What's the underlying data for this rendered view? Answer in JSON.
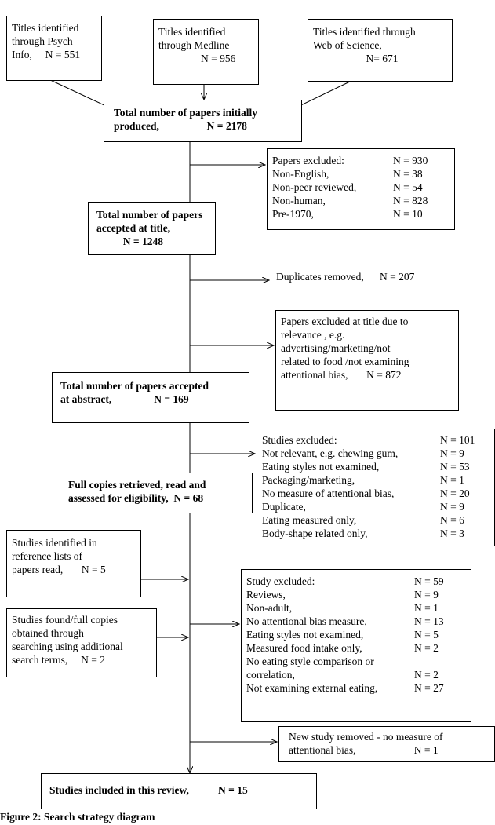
{
  "sources": {
    "psych": [
      "Titles identified",
      "through Psych",
      "Info,     N = 551"
    ],
    "medline": [
      "Titles identified",
      "through Medline",
      "                N = 956"
    ],
    "wos": [
      "Titles identified through",
      "Web of Science,",
      "                    N= 671"
    ]
  },
  "total_initial": [
    "Total number of papers initially",
    "produced,                  N = 2178"
  ],
  "excluded_title": {
    "rows": [
      [
        "Papers excluded:",
        "N = 930"
      ],
      [
        "Non-English,",
        "N = 38"
      ],
      [
        "Non-peer reviewed,",
        "N = 54"
      ],
      [
        "Non-human,",
        "N = 828"
      ],
      [
        "Pre-1970,",
        "N = 10"
      ]
    ]
  },
  "accepted_title": [
    "Total number of papers",
    "accepted at title,",
    "          N = 1248"
  ],
  "duplicates": "Duplicates removed,      N = 207",
  "excluded_relevance": [
    "Papers excluded at title due to",
    "relevance , e.g.",
    "advertising/marketing/not",
    "related to food /not examining",
    "attentional bias,       N = 872"
  ],
  "accepted_abstract": [
    "Total number of papers accepted",
    "at abstract,                N = 169"
  ],
  "studies_excluded": {
    "rows": [
      [
        "Studies excluded:",
        "N = 101"
      ],
      [
        "Not relevant, e.g. chewing gum,",
        "N = 9"
      ],
      [
        "Eating styles not examined,",
        "N = 53"
      ],
      [
        "Packaging/marketing,",
        "N = 1"
      ],
      [
        "No measure of attentional bias,",
        "N = 20"
      ],
      [
        "Duplicate,",
        "N = 9"
      ],
      [
        "Eating measured only,",
        "N = 6"
      ],
      [
        "Body-shape related only,",
        "N = 3"
      ]
    ]
  },
  "full_copies": [
    "Full copies retrieved, read and",
    "assessed for eligibility,  N = 68"
  ],
  "reference_lists": [
    "Studies identified in",
    "reference lists of",
    "papers read,       N = 5"
  ],
  "additional_search": [
    "Studies found/full copies",
    "obtained through",
    "searching using additional",
    "search terms,     N = 2"
  ],
  "study_excluded": {
    "rows": [
      [
        "Study excluded:",
        "N = 59"
      ],
      [
        "Reviews,",
        "N = 9"
      ],
      [
        "Non-adult,",
        "N = 1"
      ],
      [
        "No attentional bias measure,",
        "N = 13"
      ],
      [
        "Eating styles not examined,",
        "N = 5"
      ],
      [
        "Measured food intake only,",
        "N = 2"
      ],
      [
        "No eating style comparison or",
        ""
      ],
      [
        "correlation,",
        "N = 2"
      ],
      [
        "Not examining external eating,",
        "N = 27"
      ]
    ]
  },
  "new_study_removed": [
    "New study removed - no measure of",
    "attentional bias,                      N = 1"
  ],
  "included": "Studies included in this review,           N = 15",
  "caption": "Figure 2: Search strategy diagram"
}
